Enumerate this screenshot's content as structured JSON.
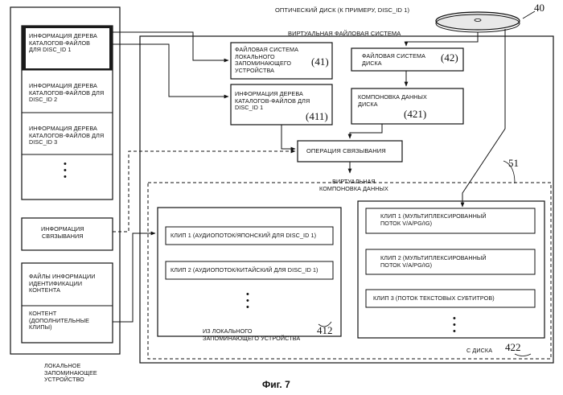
{
  "disc": {
    "label": "ОПТИЧЕСКИЙ ДИСК (К ПРИМЕРУ, DISC_ID 1)",
    "ref": "40"
  },
  "local_storage": {
    "items": [
      "ИНФОРМАЦИЯ ДЕРЕВА\nКАТАЛОГОВ-ФАЙЛОВ\nДЛЯ DISC_ID 1",
      "ИНФОРМАЦИЯ ДЕРЕВА\nКАТАЛОГОВ-ФАЙЛОВ ДЛЯ\nDISC_ID 2",
      "ИНФОРМАЦИЯ ДЕРЕВА\nКАТАЛОГОВ-ФАЙЛОВ ДЛЯ\nDISC_ID 3"
    ],
    "link_info": "ИНФОРМАЦИЯ\nСВЯЗЫВАНИЯ",
    "content_id": "ФАЙЛЫ ИНФОРМАЦИИ\nИДЕНТИФИКАЦИИ\nКОНТЕНТА",
    "content": "КОНТЕНТ\n(ДОПОЛНИТЕЛЬНЫЕ\nКЛИПЫ)",
    "label": "ЛОКАЛЬНОЕ\nЗАПОМИНАЮЩЕЕ\nУСТРОЙСТВО"
  },
  "vfs": {
    "label": "ВИРТУАЛЬНАЯ ФАЙЛОВАЯ СИСТЕМА",
    "local_fs": {
      "label": "ФАЙЛОВАЯ СИСТЕМА\nЛОКАЛЬНОГО\nЗАПОМИНАЮЩЕГО\nУСТРОЙСТВА",
      "ref": "(41)"
    },
    "disc_fs": {
      "label": "ФАЙЛОВАЯ СИСТЕМА\nДИСКА",
      "ref": "(42)"
    },
    "local_tree": {
      "label": "ИНФОРМАЦИЯ ДЕРЕВА\nКАТАЛОГОВ-ФАЙЛОВ ДЛЯ\nDISC_ID 1",
      "ref": "(411)"
    },
    "disc_layout": {
      "label": "КОМПОНОВКА ДАННЫХ\nДИСКА",
      "ref": "(421)"
    },
    "binding": "ОПЕРАЦИЯ СВЯЗЫВАНИЯ",
    "virtual_layout": "ВИРТУАЛЬНАЯ\nКОМПОНОВКА ДАННЫХ"
  },
  "virtual_panel": {
    "ref": "51",
    "local_clips": [
      "КЛИП 1 (АУДИОПОТОК/ЯПОНСКИЙ ДЛЯ DISC_ID 1)",
      "КЛИП 2 (АУДИОПОТОК/КИТАЙСКИЙ ДЛЯ DISC_ID 1)"
    ],
    "local_caption": "ИЗ ЛОКАЛЬНОГО\nЗАПОМИНАЮЩЕГО УСТРОЙСТВА",
    "local_ref": "412",
    "disc_clips": [
      "КЛИП 1 (МУЛЬТИПЛЕКСИРОВАННЫЙ\nПОТОК V/A/PG/IG)",
      "КЛИП 2 (МУЛЬТИПЛЕКСИРОВАННЫЙ\nПОТОК V/A/PG/IG)",
      "КЛИП 3 (ПОТОК ТЕКСТОВЫХ СУБТИТРОВ)"
    ],
    "disc_caption": "С ДИСКА",
    "disc_ref": "422"
  },
  "figure": "Фиг. 7"
}
